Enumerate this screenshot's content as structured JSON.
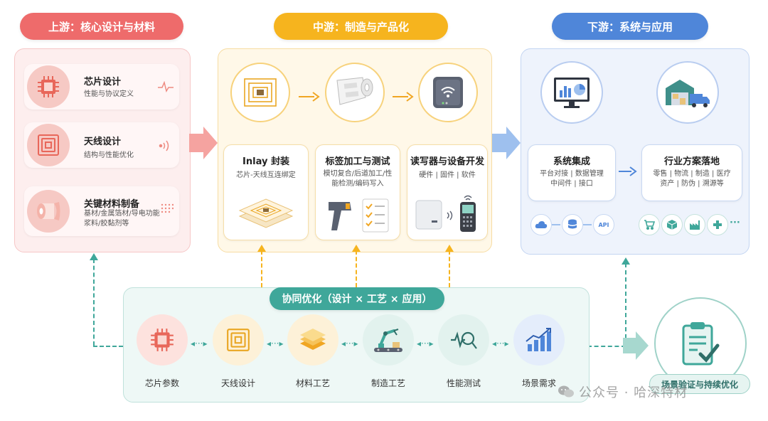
{
  "upstream": {
    "header": "上游：核心设计与材料",
    "items": [
      {
        "title": "芯片设计",
        "desc": "性能与协议定义"
      },
      {
        "title": "天线设计",
        "desc": "结构与性能优化"
      },
      {
        "title": "关键材料制备",
        "desc": "基材/金属箔材/导电功能浆料/胶黏剂等"
      }
    ]
  },
  "midstream": {
    "header": "中游：制造与产品化",
    "cards": [
      {
        "title": "Inlay 封装",
        "desc": "芯片-天线互连绑定"
      },
      {
        "title": "标签加工与测试",
        "desc": "模切复合/后道加工/性能检测/编码写入"
      },
      {
        "title": "读写器与设备开发",
        "desc": "硬件 | 固件 | 软件"
      }
    ]
  },
  "downstream": {
    "header": "下游：系统与应用",
    "cards": [
      {
        "title": "系统集成",
        "desc": "平台对接 | 数据管理 中间件 | 接口"
      },
      {
        "title": "行业方案落地",
        "desc": "零售 | 物流 | 制造 | 医疗 资产 | 防伪 | 溯源等"
      }
    ],
    "api_label": "API",
    "more_label": "···"
  },
  "synergy": {
    "header": "协同优化（设计 × 工艺 × 应用）",
    "items": [
      "芯片参数",
      "天线设计",
      "材料工艺",
      "制造工艺",
      "性能测试",
      "场景需求"
    ]
  },
  "feedback": {
    "label": "场景验证与持续优化"
  },
  "watermark": {
    "text": "公众号 · 哈深特材"
  },
  "colors": {
    "upstream": "#ee6b6b",
    "midstream": "#f6b41e",
    "downstream": "#4f86d9",
    "synergy": "#3fa79a"
  }
}
